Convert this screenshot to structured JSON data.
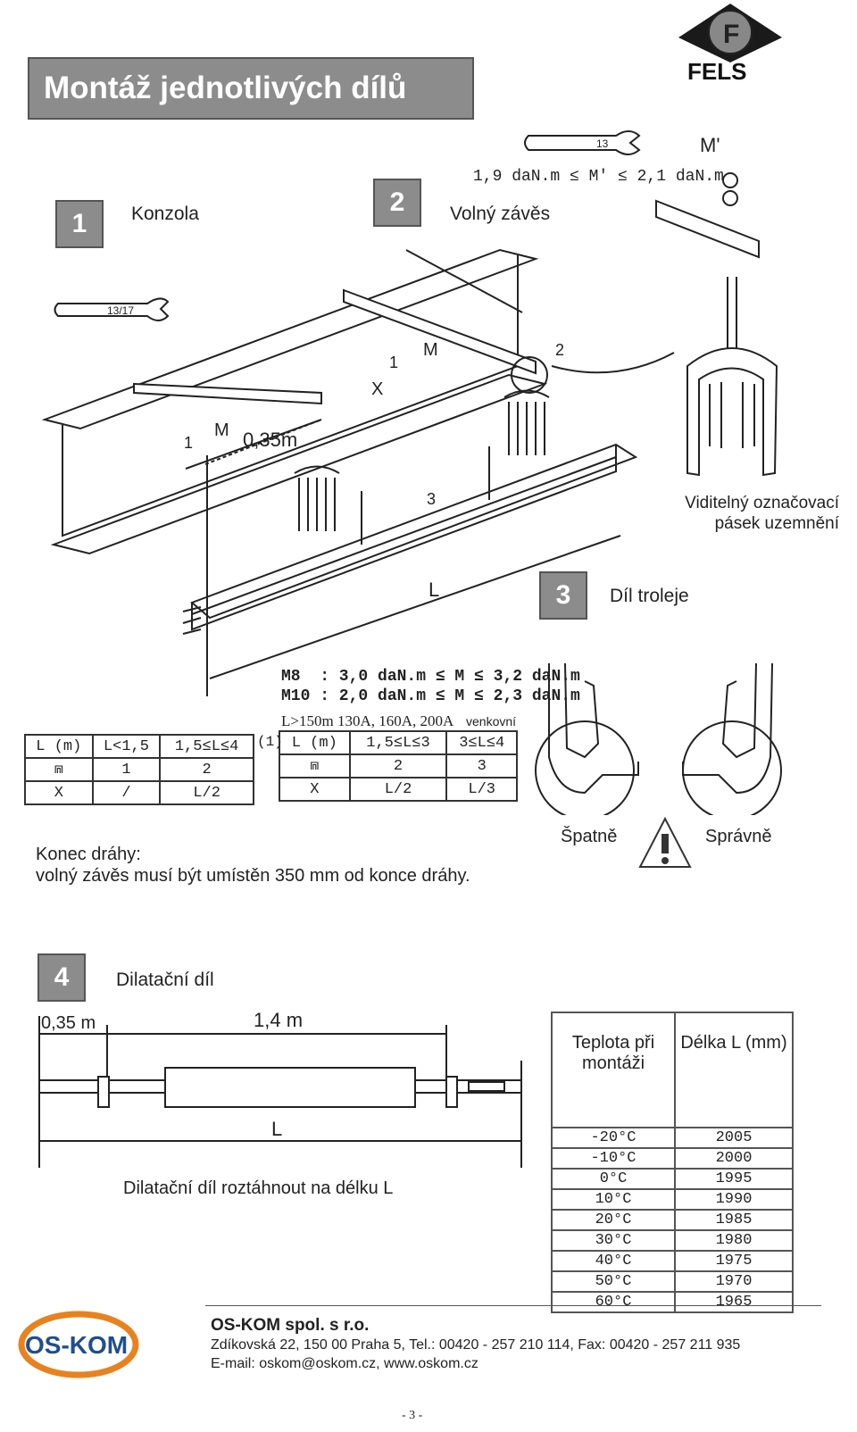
{
  "header": {
    "title": "Montáž jednotlivých dílů",
    "brand": "FELS"
  },
  "steps": [
    {
      "number": "1",
      "label": "Konzola"
    },
    {
      "number": "2",
      "label": "Volný závěs"
    },
    {
      "number": "3",
      "label": "Díl troleje"
    },
    {
      "number": "4",
      "label": "Dilatační díl"
    }
  ],
  "diagram": {
    "wrench_small": "13/17",
    "wrench_large": "13",
    "torque_top": "1,9 daN.m ≤ M' ≤ 2,1 daN.m",
    "m_prime": "M'",
    "dim_035": "0,35m",
    "label_x": "X",
    "label_m": "M",
    "label_1": "1",
    "label_2": "2",
    "label_3": "3",
    "label_L": "L",
    "visible_strip": "Viditelný označovací pásek uzemnění",
    "torque_m8": "M8  : 3,0 daN.m ≤ M ≤ 3,2 daN.m",
    "torque_m10": "M10 : 2,0 daN.m ≤ M ≤ 2,3 daN.m",
    "outdoor_note": "L>150m 130A, 160A, 200A",
    "outdoor_word": "venkovní",
    "footnote_mark": "(1)"
  },
  "table_left": {
    "headers": [
      "L (m)",
      "L<1,5",
      "1,5≤L≤4"
    ],
    "row_count": [
      "",
      "1",
      "2"
    ],
    "row_x": [
      "X",
      "/",
      "L/2"
    ]
  },
  "table_right": {
    "headers": [
      "L (m)",
      "1,5≤L≤3",
      "3≤L≤4"
    ],
    "row_count": [
      "",
      "2",
      "3"
    ],
    "row_x": [
      "X",
      "L/2",
      "L/3"
    ]
  },
  "end_note": {
    "line1": "Konec dráhy:",
    "line2": "volný závěs musí být umístěn 350 mm od konce dráhy."
  },
  "correctness": {
    "wrong": "Špatně",
    "right": "Správně"
  },
  "dilatation": {
    "dim_035": "0,35 m",
    "dim_14": "1,4 m",
    "dim_L": "L",
    "note": "Dilatační díl roztáhnout na délku L"
  },
  "temp_table": {
    "col1": "Teplota při montáži",
    "col2": "Délka L (mm)",
    "rows": [
      [
        "-20°C",
        "2005"
      ],
      [
        "-10°C",
        "2000"
      ],
      [
        "0°C",
        "1995"
      ],
      [
        "10°C",
        "1990"
      ],
      [
        "20°C",
        "1985"
      ],
      [
        "30°C",
        "1980"
      ],
      [
        "40°C",
        "1975"
      ],
      [
        "50°C",
        "1970"
      ],
      [
        "60°C",
        "1965"
      ]
    ]
  },
  "footer": {
    "logo": "OS-KOM",
    "company": "OS-KOM spol. s r.o.",
    "address": "Zdíkovská 22, 150 00  Praha 5, Tel.: 00420 - 257 210 114, Fax: 00420 - 257 211 935",
    "contact": "E-mail: oskom@oskom.cz, www.oskom.cz",
    "page": "- 3 -"
  },
  "colors": {
    "box_gray": "#8c8c8c",
    "logo_orange": "#e8821e",
    "logo_blue": "#1f4e8c"
  }
}
